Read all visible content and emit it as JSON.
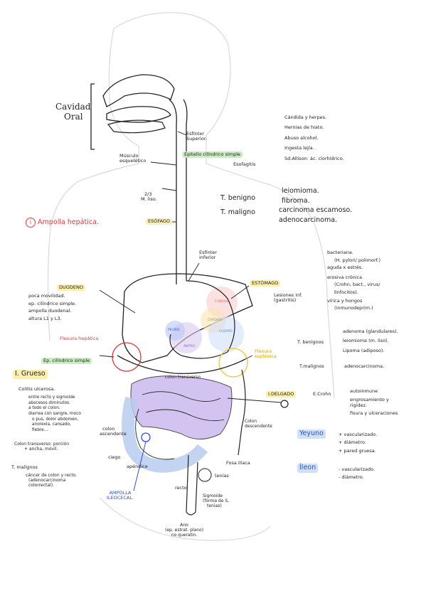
{
  "head": {
    "cavidad_oral": [
      "Cavidad",
      "Oral"
    ],
    "esfinter_superior": [
      "Esfínter",
      "Superior."
    ],
    "musculo_esqueletico": [
      "Músculo",
      "esquelético"
    ],
    "tercios": [
      "2/3",
      "M. liso."
    ],
    "epitelio": "Epitelio cilíndrico simple",
    "esofagitis": "Esofagitis",
    "esofagitis_causes": [
      "Cándida y herpes.",
      "Hernias de hiato.",
      "Abuso alcohol.",
      "Ingesta lejía.",
      "Sd.Allison: ác. clorhídrico."
    ]
  },
  "esofago": {
    "label": "ESÓFAGO",
    "benigno": "T. benigno",
    "benigno_items": [
      "leiomioma.",
      "fibroma."
    ],
    "maligno": "T. maligno",
    "maligno_items": [
      "carcinoma escamoso.",
      "adenocarcinoma."
    ]
  },
  "ampolla_hepatica": {
    "icon_text": "i",
    "label": "Ampolla hepática."
  },
  "esfinter_inferior": [
    "Esfínter",
    "inferior"
  ],
  "estomago": {
    "label": "ESTÓMAGO",
    "lesiones": [
      "Lesiones inf.",
      "(gastritis)"
    ],
    "lesiones_items": [
      "bacteriana.",
      "(H. pylori/ polimorf.)",
      "aguda x estrés.",
      "erosiva crónica",
      "(Crohn, bact., virus/",
      "linfocitos).",
      "vírica y hongos",
      "(inmunodeprim.)"
    ],
    "benignos": "T. benignos",
    "benignos_items": [
      "adenoma (glandulares).",
      "leiomioma (m. liso).",
      "Lipoma (adiposo)."
    ],
    "malignos": "T.malignos",
    "malignos_items": [
      "adenocarcinoma."
    ]
  },
  "duodeno": {
    "label": "DUODENO",
    "items": [
      "poca movilidad.",
      "ep. cilíndrico simple.",
      "ampolla duodenal.",
      "altura L1 y L3."
    ]
  },
  "flexura_hepatica": "Flexura hepática",
  "flexura_esplenica": [
    "Flexura",
    "esplénica"
  ],
  "organ_labels": {
    "fundus": "FUNDUS",
    "cardias": "CARDIAS",
    "cuerpo": "CUERPO",
    "piloro": "PÍLORO",
    "antro": "ANTRO",
    "colon_transverso": "colon transverso"
  },
  "grueso": {
    "ep": "Ep. cilíndrico simple",
    "label": "I. Grueso",
    "colitis": "Colitis ulcerosa.",
    "colitis_items": [
      "entre recto y sigmoide",
      "abscesos diminutos.",
      "a todo el colon.",
      "diarrea con sangre, moco",
      "o pus, dolor abdomen,",
      "anorexia, cansado,",
      "fiebre..."
    ],
    "colon_transverso_note": [
      "Colon transverso: porción",
      "+ ancha, móvil."
    ],
    "malignos": "T. malignos",
    "malignos_items": [
      "cáncer de colon y recto.",
      "(adenocarcinoma",
      "colorrectal)."
    ]
  },
  "delgado": {
    "label": "I.DELGADO",
    "crohn": "E.Crohn",
    "crohn_items": [
      "autoinmune",
      "engrosamiento y",
      "rigidez.",
      "fisura y ulceraciones"
    ],
    "yeyuno": "Yeyuno",
    "yeyuno_items": [
      "+ vascularizado.",
      "+ diámetro.",
      "+ pared gruesa."
    ],
    "ileon": "Íleon",
    "ileon_items": [
      "- vascularizado.",
      "- diámetro."
    ]
  },
  "lower": {
    "colon_ascendente": [
      "colon",
      "ascendente"
    ],
    "colon_descendente": [
      "Colon",
      "descendente"
    ],
    "ciego": "ciego",
    "apendice": "apéndice",
    "fosa_iliaca": "Fosa ilíaca",
    "tenias": "tenias",
    "recto": "recto",
    "sigmoide": [
      "Sigmoide",
      "(forma de S,",
      "tenias)"
    ],
    "ano": [
      "Ano",
      "(ep. estrat. plano)",
      "no queratin."
    ],
    "ampolla_ileocecal": [
      "AMPOLLA",
      "ILEOCECAL."
    ]
  },
  "colors": {
    "accent_red": "#e03a3a",
    "accent_blue": "#2b4fd6",
    "highlight_yellow": "#fbeeb0",
    "highlight_green": "#c9ecc0",
    "small_int_purple": "#c9b5ee",
    "colon_blue": "#b7cdf0"
  }
}
